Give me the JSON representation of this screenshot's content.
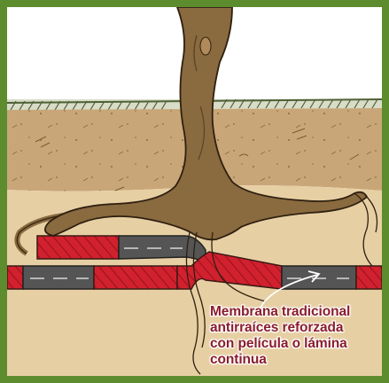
{
  "caption": {
    "lines": [
      "Membrana tradicional",
      "antirraíces reforzada",
      "con película o lámina",
      "continua"
    ]
  },
  "colors": {
    "frame_green": "#5d8c2e",
    "sky": "#ffffff",
    "grass": "#5b6e3c",
    "topsoil": "#c9a678",
    "subsoil": "#e7cfa4",
    "root_brown": "#8a6a3f",
    "membrane_red": "#d1202e",
    "membrane_gray": "#555555",
    "caption_text": "#8b1d2c"
  },
  "icons": {
    "arrow": "curved-arrow-icon",
    "tree": "tree-trunk-icon"
  }
}
